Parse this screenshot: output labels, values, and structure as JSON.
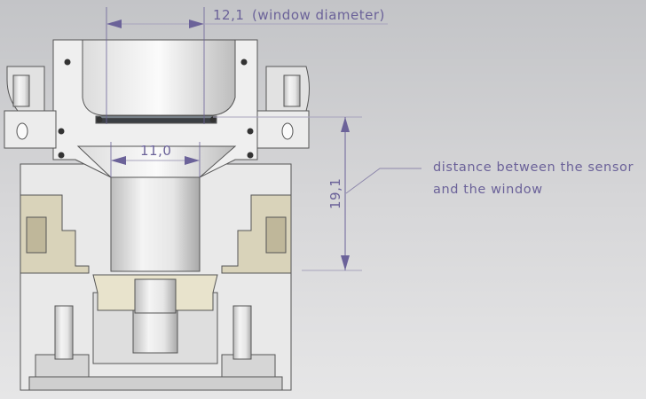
{
  "dimensions": {
    "window_diameter": "12,1",
    "window_diameter_label": "(window diameter)",
    "aperture_diameter": "11,0",
    "sensor_window_distance": "19,1"
  },
  "annotation": {
    "line1": "distance between the sensor",
    "line2": "and the window"
  },
  "colors": {
    "dimension": "#6b6299",
    "part_light": "#ececec",
    "part_beige": "#d8d2b8",
    "edge": "#555555"
  }
}
